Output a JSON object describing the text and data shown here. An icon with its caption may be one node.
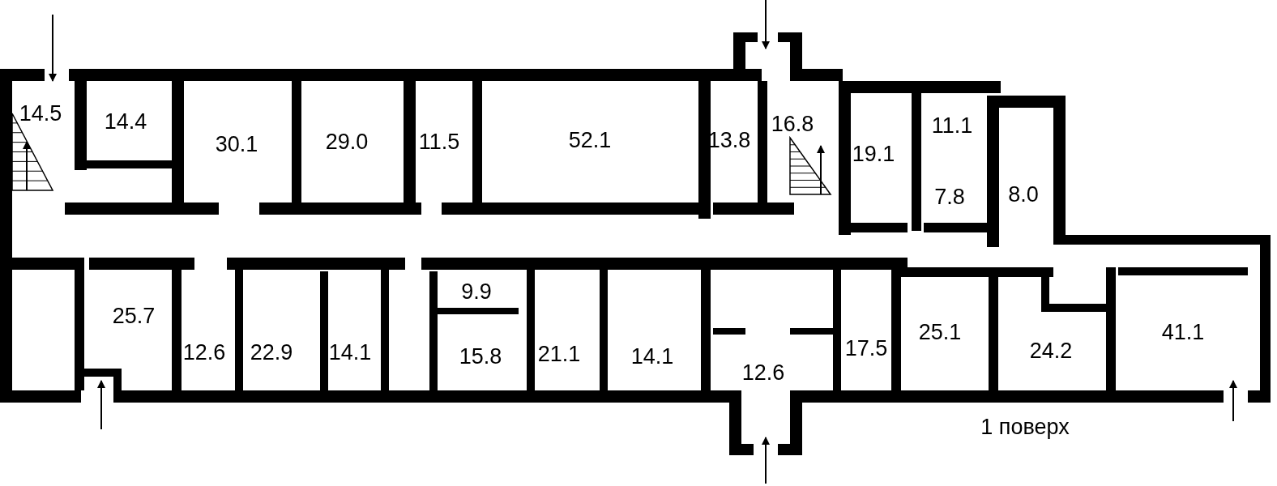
{
  "diagram": {
    "labels": [
      "14.5",
      "14.4",
      "30.1",
      "29.0",
      "11.5",
      "52.1",
      "13.8",
      "16.8",
      "19.1",
      "11.1",
      "7.8",
      "8.0",
      "9.9",
      "25.7",
      "12.6",
      "22.9",
      "14.1",
      "15.8",
      "21.1",
      "14.1",
      "12.6",
      "17.5",
      "25.1",
      "24.2",
      "41.1",
      "1 поверх"
    ]
  }
}
